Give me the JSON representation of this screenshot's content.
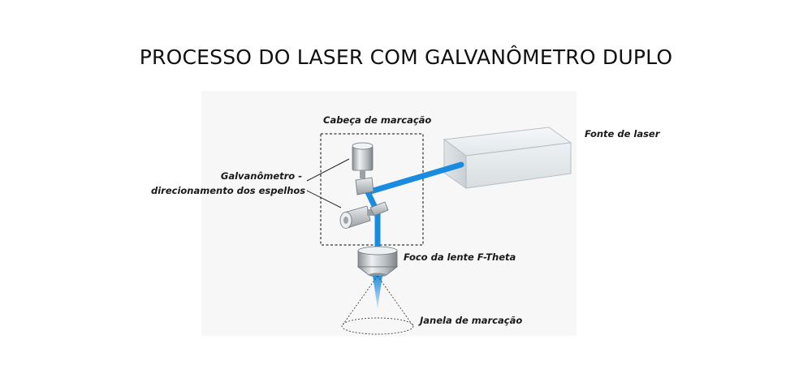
{
  "title": "PROCESSO DO LASER COM GALVANÔMETRO DUPLO",
  "labels": {
    "marking_head": "Cabeça de marcação",
    "laser_source": "Fonte de laser",
    "galvo_line1": "Galvanômetro -",
    "galvo_line2": "direcionamento dos espelhos",
    "lens_focus": "Foco da lente  F-Theta",
    "marking_window": "Janela de marcação"
  },
  "colors": {
    "beam": "#1a8ce0",
    "outline": "#2b2b2b",
    "housing": "#e6eaec"
  }
}
